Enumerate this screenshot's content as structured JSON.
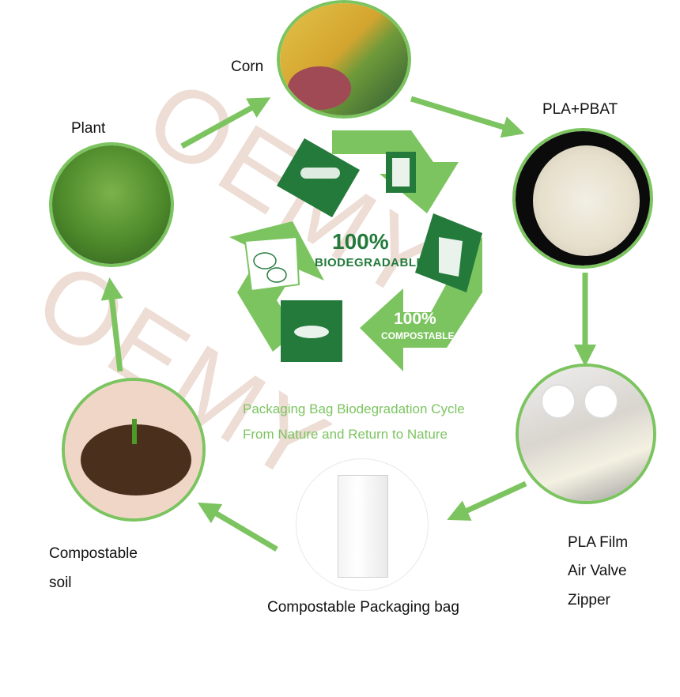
{
  "labels": {
    "corn": "Corn",
    "plant": "Plant",
    "pla_pbat": "PLA+PBAT",
    "pla_film": "PLA Film",
    "air_valve": "Air Valve",
    "zipper": "Zipper",
    "compostable_1": "Compostable",
    "compostable_2": "soil",
    "bag": "Compostable Packaging bag"
  },
  "center": {
    "biodegradable_pct": "100%",
    "biodegradable": "BIODEGRADABLE",
    "compostable_pct": "100%",
    "compostable": "COMPOSTABLE"
  },
  "caption": {
    "line1": "Packaging Bag Biodegradation Cycle",
    "line2": "From Nature and Return to Nature"
  },
  "watermark": "OEMY",
  "colors": {
    "accent": "#7cc460",
    "dark_green": "#237a3b"
  }
}
